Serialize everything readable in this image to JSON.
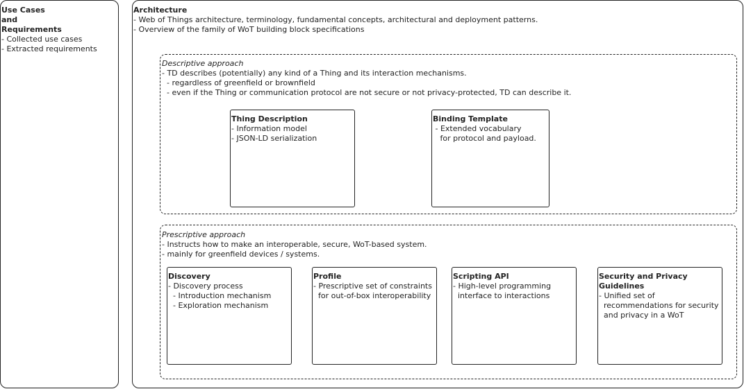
{
  "use_cases": {
    "title_lines": [
      "Use Cases",
      "and",
      "Requirements"
    ],
    "items": [
      "- Collected use cases",
      "- Extracted requirements"
    ]
  },
  "architecture": {
    "title": "Architecture",
    "items": [
      "- Web of Things architecture, terminology, fundamental concepts, architectural and deployment patterns.",
      "- Overview of the family of WoT building block specifications"
    ]
  },
  "descriptive": {
    "title": "Descriptive approach",
    "items": [
      "- TD describes (potentially) any kind of a Thing and its interaction mechanisms.",
      "  - regardless of greenfield or brownfield",
      "  - even if the Thing or communication protocol are not secure or not privacy-protected, TD can describe it."
    ],
    "blocks": [
      {
        "title": "Thing Description",
        "items": [
          "- Information model",
          "- JSON-LD serialization"
        ]
      },
      {
        "title": "Binding Template",
        "items": [
          " - Extended vocabulary",
          "   for protocol and payload."
        ]
      }
    ]
  },
  "prescriptive": {
    "title": "Prescriptive approach",
    "items": [
      "- Instructs how to make an interoperable, secure, WoT-based system.",
      "- mainly for greenfield devices / systems."
    ],
    "blocks": [
      {
        "title": "Discovery",
        "items": [
          "- Discovery process",
          "  - Introduction mechanism",
          "  - Exploration mechanism"
        ]
      },
      {
        "title": "Profile",
        "items": [
          "- Prescriptive set of constraints",
          "  for out-of-box interoperability"
        ]
      },
      {
        "title": "Scripting API",
        "items": [
          "- High-level programming",
          "  interface to interactions"
        ]
      },
      {
        "title": "Security and Privacy Guidelines",
        "items": [
          "- Unified set of",
          "  recommendations for security",
          "  and privacy in a WoT"
        ]
      }
    ]
  }
}
